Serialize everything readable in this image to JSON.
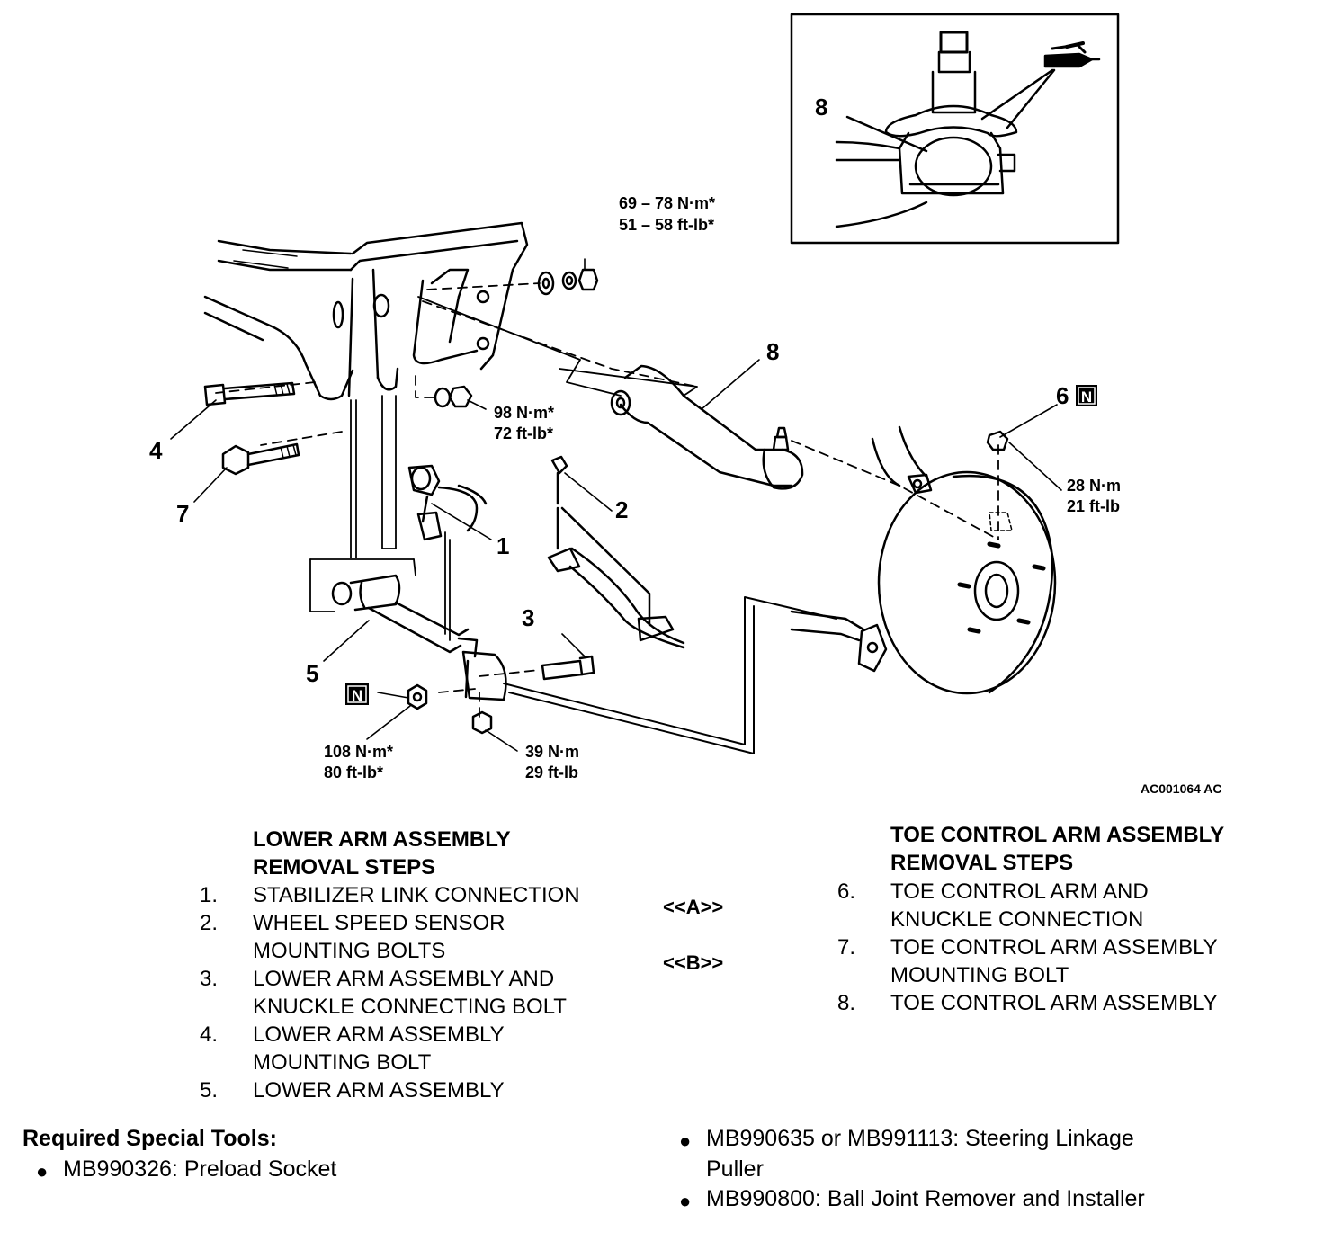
{
  "figure_id": "AC001064 AC",
  "callouts": {
    "c1": "1",
    "c2": "2",
    "c3": "3",
    "c4": "4",
    "c5": "5",
    "c6": "6",
    "c7": "7",
    "c8": "8",
    "c8_inset": "8",
    "n_badge": "N"
  },
  "torques": {
    "t_top_1": "69 – 78 N·m*",
    "t_top_2": "51 – 58 ft-lb*",
    "t_98_1": "98 N·m*",
    "t_98_2": "72 ft-lb*",
    "t_28_1": "28 N·m",
    "t_28_2": "21 ft-lb",
    "t_108_1": "108 N·m*",
    "t_108_2": "80 ft-lb*",
    "t_39_1": "39 N·m",
    "t_39_2": "29 ft-lb"
  },
  "lower_arm": {
    "title_1": "LOWER ARM ASSEMBLY",
    "title_2": "REMOVAL STEPS",
    "steps": [
      {
        "num": "1.",
        "line1": "STABILIZER LINK CONNECTION",
        "line2": ""
      },
      {
        "num": "2.",
        "line1": "WHEEL SPEED SENSOR",
        "line2": "MOUNTING BOLTS"
      },
      {
        "num": "3.",
        "line1": "LOWER ARM ASSEMBLY AND",
        "line2": "KNUCKLE CONNECTING BOLT"
      },
      {
        "num": "4.",
        "line1": "LOWER ARM ASSEMBLY",
        "line2": "MOUNTING BOLT"
      },
      {
        "num": "5.",
        "line1": "LOWER ARM ASSEMBLY",
        "line2": ""
      }
    ]
  },
  "toe_arm": {
    "title_1": "TOE CONTROL ARM ASSEMBLY",
    "title_2": "REMOVAL STEPS",
    "tag_a": "<<A>>",
    "tag_b": "<<B>>",
    "steps": [
      {
        "num": "6.",
        "line1": "TOE CONTROL ARM AND",
        "line2": "KNUCKLE CONNECTION"
      },
      {
        "num": "7.",
        "line1": "TOE CONTROL ARM ASSEMBLY",
        "line2": "MOUNTING BOLT"
      },
      {
        "num": "8.",
        "line1": "TOE CONTROL ARM ASSEMBLY",
        "line2": ""
      }
    ]
  },
  "tools": {
    "title": "Required Special Tools:",
    "items": [
      "MB990326: Preload Socket",
      "MB990635 or MB991113: Steering Linkage",
      "Puller",
      "MB990800: Ball Joint Remover and Installer"
    ]
  }
}
